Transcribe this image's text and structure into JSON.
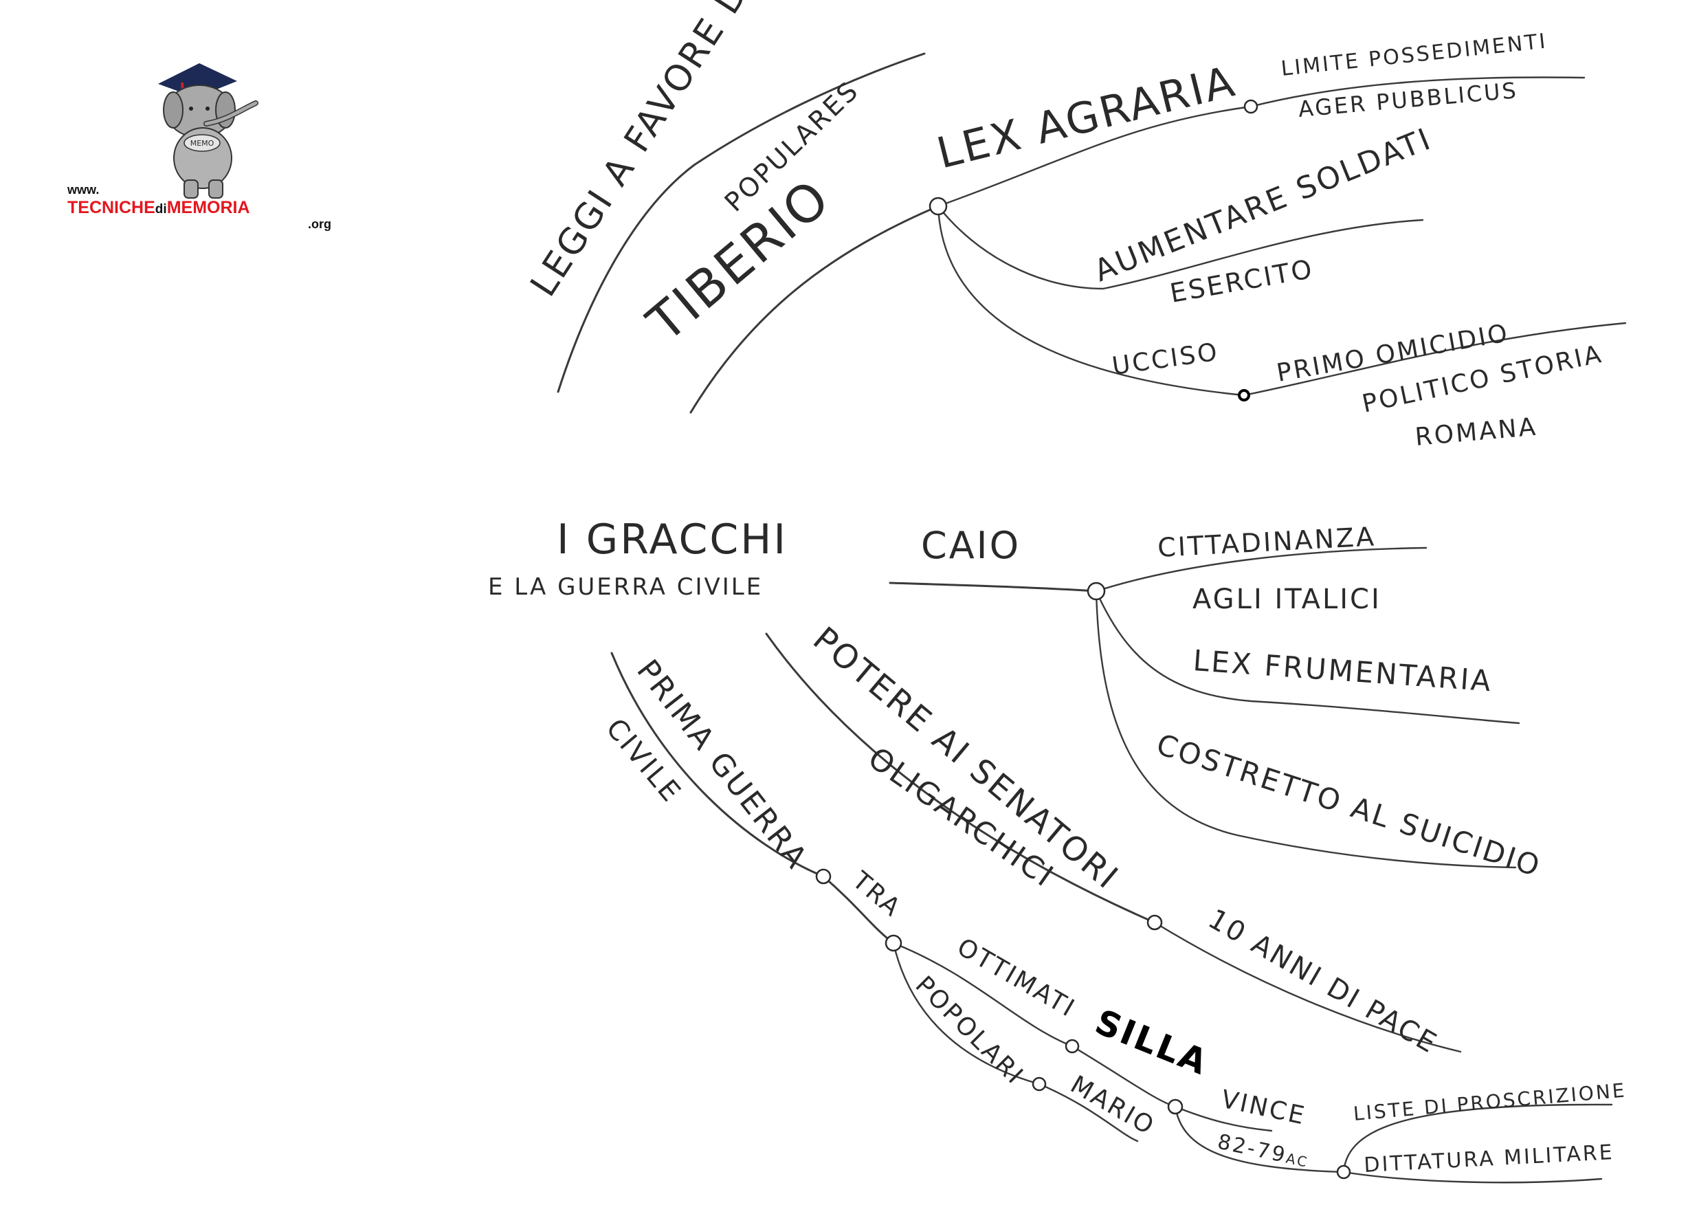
{
  "logo": {
    "prefix": "www.",
    "brand_part1": "TECNICHE",
    "brand_part2": "di",
    "brand_part3": "MEMORIA",
    "suffix": ".org",
    "mascot_badge": "MEMO",
    "colors": {
      "red": "#e4161e",
      "dark": "#111111",
      "cap": "#1c2a55"
    }
  },
  "map": {
    "central_title": "I GRACCHI",
    "central_subtitle": "E LA GUERRA CIVILE",
    "tiberio": {
      "label": "TIBERIO",
      "leggi": "LEGGI A FAVORE DEL",
      "populares": "POPULARES",
      "lex_agraria": "LEX AGRARIA",
      "limite": "LIMITE POSSEDIMENTI",
      "ager": "AGER PUBBLICUS",
      "aumentare": "AUMENTARE SOLDATI",
      "esercito": "ESERCITO",
      "ucciso": "UCCISO",
      "primo": "PRIMO OMICIDIO",
      "politico": "POLITICO STORIA",
      "romana": "ROMANA"
    },
    "caio": {
      "label": "CAIO",
      "cittadinanza": "CITTADINANZA",
      "agli_italici": "AGLI ITALICI",
      "lex_frumentaria": "LEX FRUMENTARIA",
      "costretto": "COSTRETTO AL SUICIDIO"
    },
    "potere": {
      "label": "POTERE AI SENATORI",
      "oligarchici": "OLIGARCHICI",
      "pace": "10 ANNI DI PACE"
    },
    "guerra": {
      "prima_guerra": "PRIMA GUERRA",
      "civile": "CIVILE",
      "tra": "TRA",
      "ottimati": "OTTIMATI",
      "silla": "SILLA",
      "popolari": "POPOLARI",
      "mario": "MARIO",
      "vince": "VINCE",
      "date": "82-79",
      "ac": "AC",
      "liste": "LISTE DI PROSCRIZIONE",
      "dittatura": "DITTATURA MILITARE"
    }
  }
}
